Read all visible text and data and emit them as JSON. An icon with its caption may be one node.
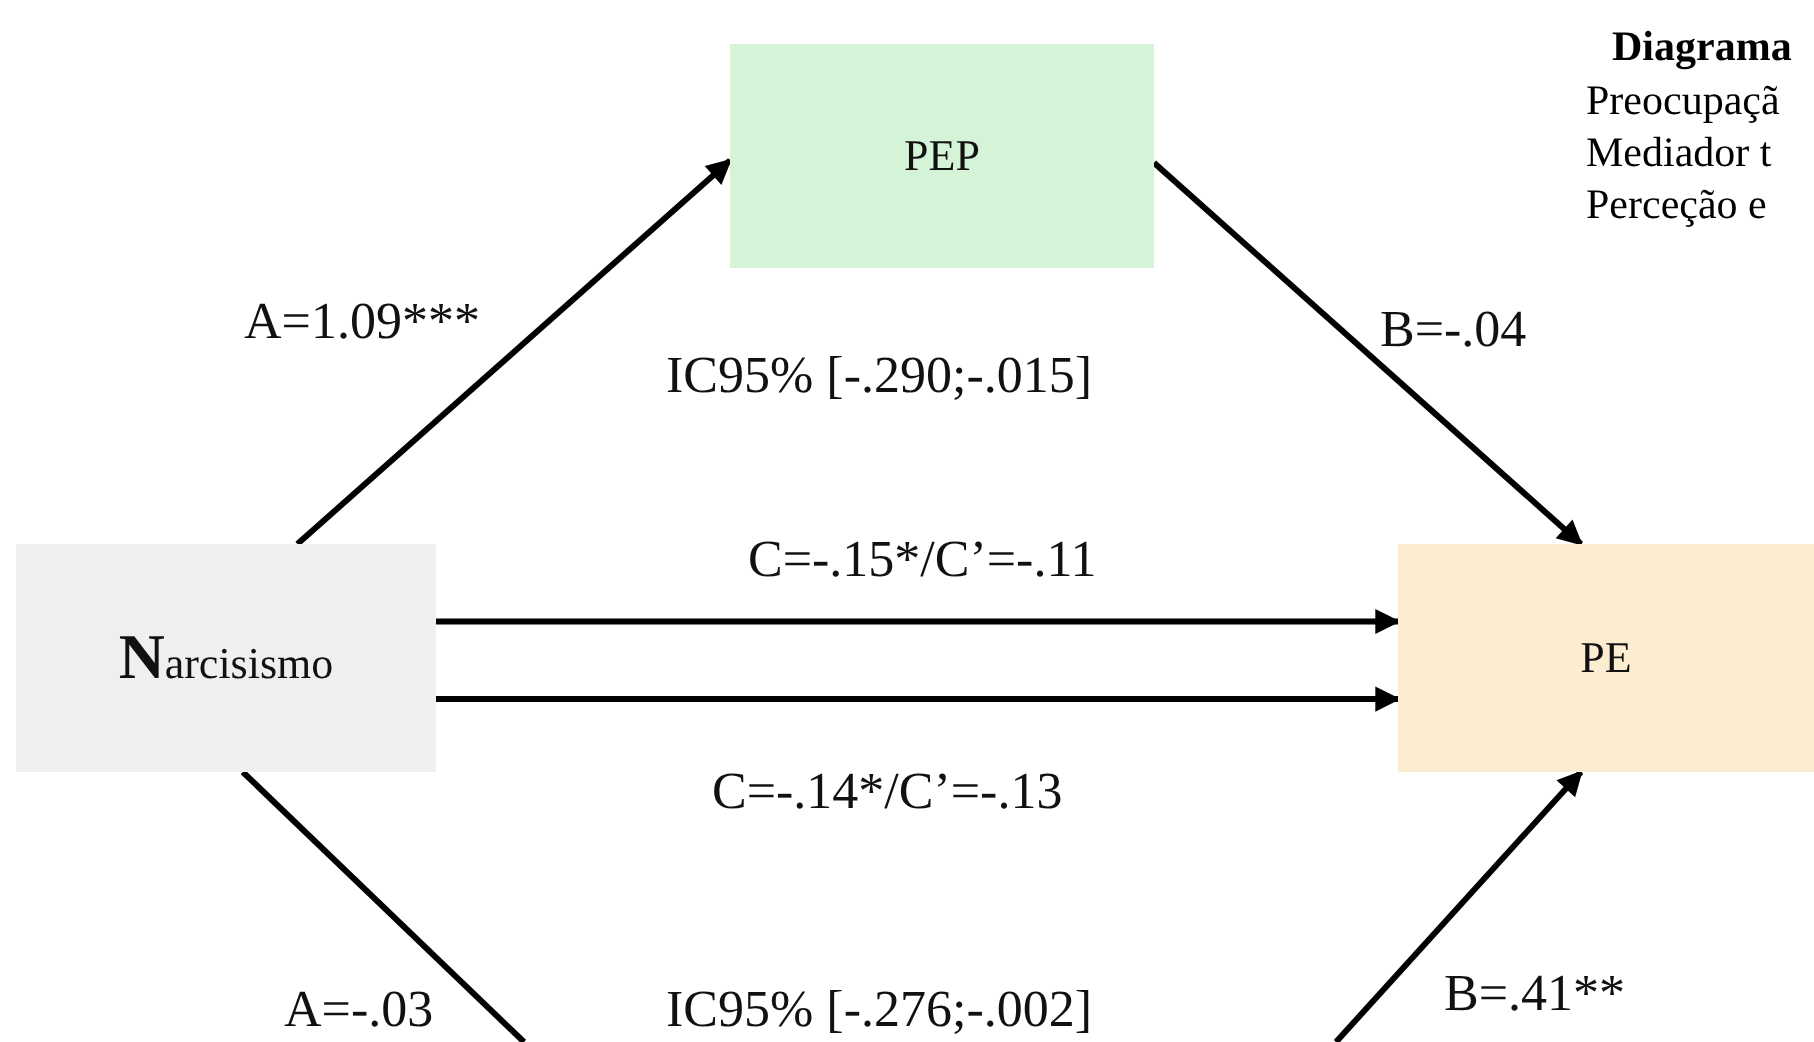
{
  "diagram": {
    "nodes": [
      {
        "text": [
          "**N**arcisismo"
        ]
      },
      {
        "text": [
          "PEP"
        ]
      },
      {
        "text": [
          "PE"
        ]
      }
    ],
    "edges": [
      {
        "from": 0,
        "to": 1,
        "arrow": "to",
        "label": "A=1.09***"
      },
      {
        "from": 1,
        "to": 2,
        "arrow": "to",
        "label": "B=-.04"
      },
      {
        "from": 0,
        "to": 2,
        "arrow": "to",
        "label": "C=-.15*/C’=-.11"
      },
      {
        "from": 0,
        "to": 2,
        "arrow": "to",
        "label": "C=-.14*/C’=-.13"
      },
      {
        "from": 0,
        "to": null,
        "arrow": "none",
        "label": "A=-.03"
      },
      {
        "from": null,
        "to": 2,
        "arrow": "to",
        "label": "B=.41**"
      }
    ],
    "labels": [
      "Diagrama",
      "Preocupaçã",
      "Mediador t",
      "Perceção e",
      "IC95% [-.290;-.015]",
      "IC95% [-.276;-.002]"
    ]
  }
}
